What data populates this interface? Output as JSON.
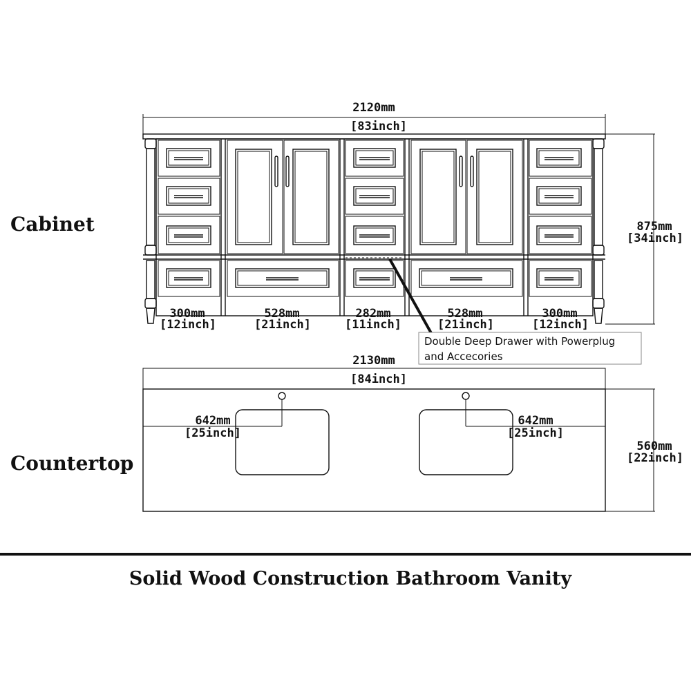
{
  "section_labels": {
    "cabinet": "Cabinet",
    "countertop": "Countertop"
  },
  "cabinet_dims": {
    "overall_width_mm": "2120mm",
    "overall_width_in": "[83inch]",
    "height_mm": "875mm",
    "height_in": "[34inch]",
    "sections": [
      {
        "mm": "300mm",
        "in": "[12inch]"
      },
      {
        "mm": "528mm",
        "in": "[21inch]"
      },
      {
        "mm": "282mm",
        "in": "[11inch]"
      },
      {
        "mm": "528mm",
        "in": "[21inch]"
      },
      {
        "mm": "300mm",
        "in": "[12inch]"
      }
    ]
  },
  "callout": {
    "line1": "Double Deep Drawer with Powerplug",
    "line2": "and Accecories"
  },
  "countertop_dims": {
    "overall_width_mm": "2130mm",
    "overall_width_in": "[84inch]",
    "depth_mm": "560mm",
    "depth_in": "[22inch]",
    "left_sink_mm": "642mm",
    "left_sink_in": "[25inch]",
    "right_sink_mm": "642mm",
    "right_sink_in": "[25inch]"
  },
  "footer_title": "Solid Wood Construction Bathroom Vanity",
  "colors": {
    "line": "#111111",
    "background": "#ffffff",
    "callout_border": "#888888"
  }
}
